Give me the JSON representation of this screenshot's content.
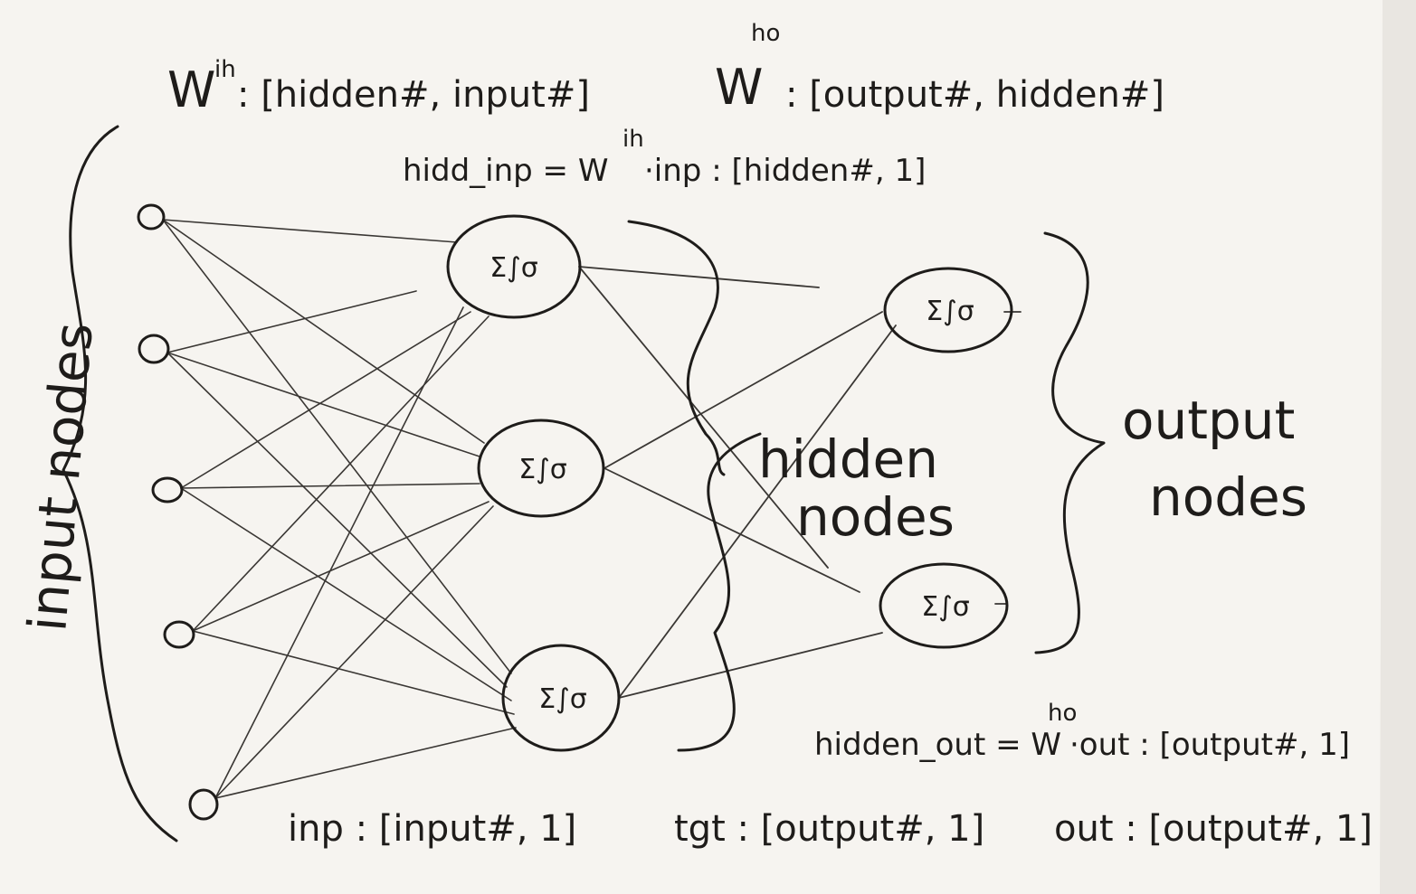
{
  "colors": {
    "paper": "#f6f4f0",
    "ink": "#1e1c1a",
    "edge": "#3a3734",
    "background": "#e9e6e1"
  },
  "formulas": {
    "w_ih_symbol": "W",
    "w_ih_sup": "ih",
    "w_ih_shape": ": [hidden#, input#]",
    "w_ho_symbol": "W",
    "w_ho_sup": "ho",
    "w_ho_shape": ": [output#, hidden#]",
    "hidden_inp_lhs": "hidd_inp = W",
    "hidden_inp_sup": "ih",
    "hidden_inp_rhs": "·inp : [hidden#, 1]",
    "hidden_out_lhs": "hidden_out = W",
    "hidden_out_sup": "ho",
    "hidden_out_rhs": "·out : [output#, 1]",
    "inp_shape": "inp : [input#, 1]",
    "tgt_shape": "tgt : [output#, 1]",
    "out_shape": "out : [output#, 1]"
  },
  "labels": {
    "input_nodes": "input nodes",
    "hidden_nodes_line1": "hidden",
    "hidden_nodes_line2": "nodes",
    "output_nodes_line1": "output",
    "output_nodes_line2": "nodes"
  },
  "node_glyph": "Σ∫σ",
  "network": {
    "input_count": 5,
    "hidden_count": 3,
    "output_count": 2
  }
}
